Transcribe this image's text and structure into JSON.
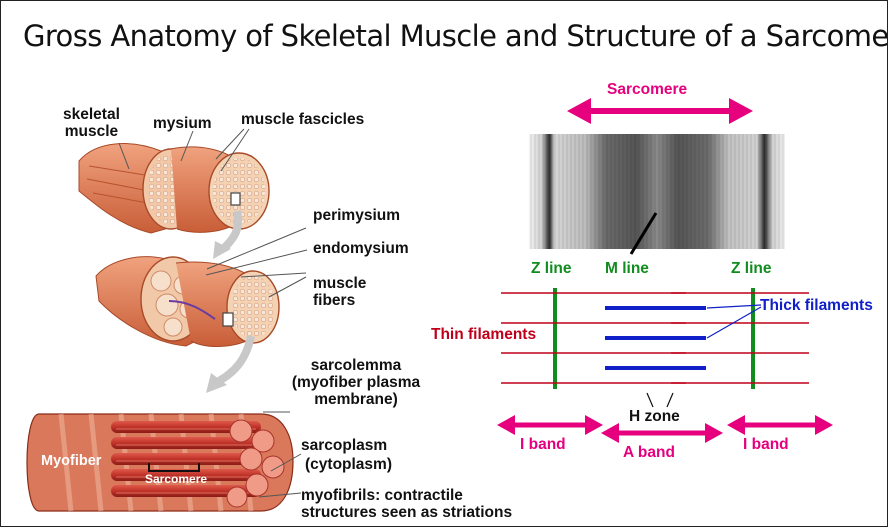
{
  "title": "Gross Anatomy of Skeletal Muscle and Structure of a Sarcomere",
  "left_labels": {
    "skeletal_muscle_1": "skeletal",
    "skeletal_muscle_2": "muscle",
    "mysium": "mysium",
    "muscle_fascicles": "muscle fascicles",
    "perimysium": "perimysium",
    "endomysium": "endomysium",
    "muscle_fibers_1": "muscle",
    "muscle_fibers_2": "fibers",
    "sarcolemma": "sarcolemma",
    "sarcolemma_note_1": "(myofiber plasma",
    "sarcolemma_note_2": "membrane)",
    "sarcoplasm": "sarcoplasm",
    "sarcoplasm_note": "(cytoplasm)",
    "myofibrils_1": "myofibrils: contractile",
    "myofibrils_2": "structures seen as striations",
    "myofiber": "Myofiber",
    "sarcomere_inner": "Sarcomere"
  },
  "right_labels": {
    "sarcomere": "Sarcomere",
    "z_line_left": "Z line",
    "m_line": "M line",
    "z_line_right": "Z line",
    "thick_filaments": "Thick filaments",
    "thin_filaments": "Thin filaments",
    "h_zone": "H zone",
    "i_band_left": "I band",
    "a_band": "A band",
    "i_band_right": "I band"
  },
  "colors": {
    "magenta": "#e6007e",
    "green": "#118c1e",
    "thin_filament": "#c0001a",
    "thick_filament": "#1020c8",
    "muscle": "#e07a52",
    "muscle_dark": "#b84a2a",
    "myofibril": "#c83a30"
  }
}
